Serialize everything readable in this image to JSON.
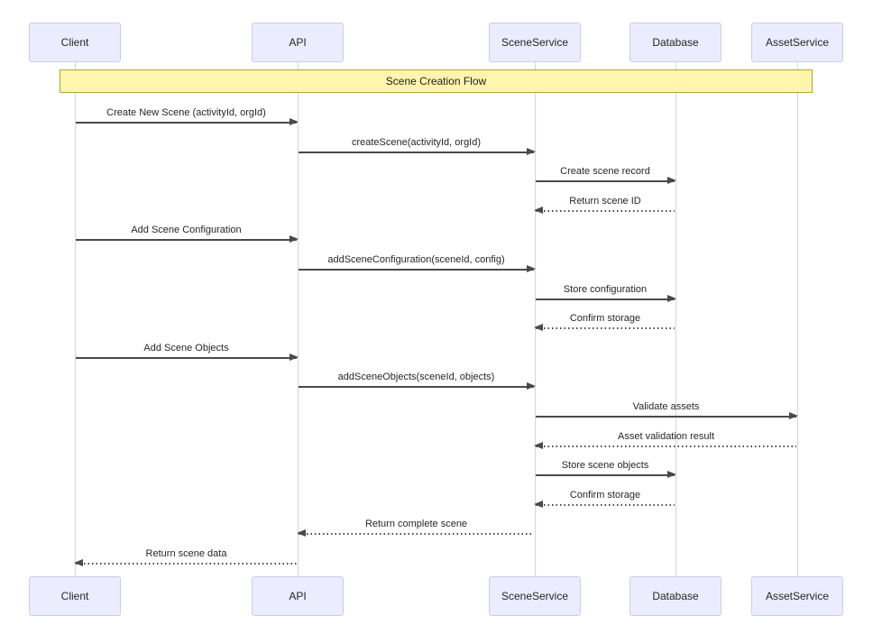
{
  "diagram": {
    "type": "sequence",
    "note": {
      "label": "Scene Creation Flow"
    },
    "participants": [
      {
        "name": "Client"
      },
      {
        "name": "API"
      },
      {
        "name": "SceneService"
      },
      {
        "name": "Database"
      },
      {
        "name": "AssetService"
      }
    ],
    "messages": [
      {
        "from": "Client",
        "to": "API",
        "label": "Create New Scene (activityId, orgId)",
        "line": "solid"
      },
      {
        "from": "API",
        "to": "SceneService",
        "label": "createScene(activityId, orgId)",
        "line": "solid"
      },
      {
        "from": "SceneService",
        "to": "Database",
        "label": "Create scene record",
        "line": "solid"
      },
      {
        "from": "Database",
        "to": "SceneService",
        "label": "Return scene ID",
        "line": "dotted"
      },
      {
        "from": "Client",
        "to": "API",
        "label": "Add Scene Configuration",
        "line": "solid"
      },
      {
        "from": "API",
        "to": "SceneService",
        "label": "addSceneConfiguration(sceneId, config)",
        "line": "solid"
      },
      {
        "from": "SceneService",
        "to": "Database",
        "label": "Store configuration",
        "line": "solid"
      },
      {
        "from": "Database",
        "to": "SceneService",
        "label": "Confirm storage",
        "line": "dotted"
      },
      {
        "from": "Client",
        "to": "API",
        "label": "Add Scene Objects",
        "line": "solid"
      },
      {
        "from": "API",
        "to": "SceneService",
        "label": "addSceneObjects(sceneId, objects)",
        "line": "solid"
      },
      {
        "from": "SceneService",
        "to": "AssetService",
        "label": "Validate assets",
        "line": "solid"
      },
      {
        "from": "AssetService",
        "to": "SceneService",
        "label": "Asset validation result",
        "line": "dotted"
      },
      {
        "from": "SceneService",
        "to": "Database",
        "label": "Store scene objects",
        "line": "solid"
      },
      {
        "from": "Database",
        "to": "SceneService",
        "label": "Confirm storage",
        "line": "dotted"
      },
      {
        "from": "SceneService",
        "to": "API",
        "label": "Return complete scene",
        "line": "dotted"
      },
      {
        "from": "API",
        "to": "Client",
        "label": "Return scene data",
        "line": "dotted"
      }
    ],
    "colors": {
      "actor-fill": "#ECECFF",
      "actor-border": "#CCCCE6",
      "lifeline": "#D5D5E6",
      "note-fill": "#FFF5AD",
      "note-border": "#AAAA33",
      "message-line": "#4A4A4A",
      "text": "#262626"
    }
  }
}
